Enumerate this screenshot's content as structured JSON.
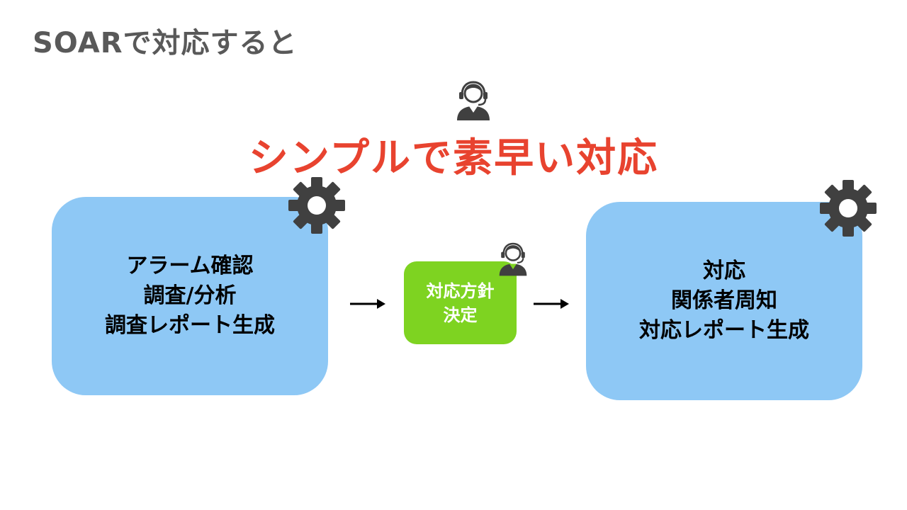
{
  "slide": {
    "title": "SOARで対応すると",
    "headline": "シンプルで素早い対応"
  },
  "flow": {
    "left_box": {
      "lines": [
        "アラーム確認",
        "調査/分析",
        "調査レポート生成"
      ]
    },
    "middle_box": {
      "lines": [
        "対応方針",
        "決定"
      ]
    },
    "right_box": {
      "lines": [
        "対応",
        "関係者周知",
        "対応レポート生成"
      ]
    }
  },
  "icons": {
    "gear": "gear-icon",
    "operator": "operator-headset-icon",
    "arrow": "arrow-right-icon"
  },
  "colors": {
    "title": "#595959",
    "headline": "#e8432f",
    "box_blue": "#8ec8f5",
    "box_green": "#7ed321",
    "icon_dark": "#404040"
  }
}
